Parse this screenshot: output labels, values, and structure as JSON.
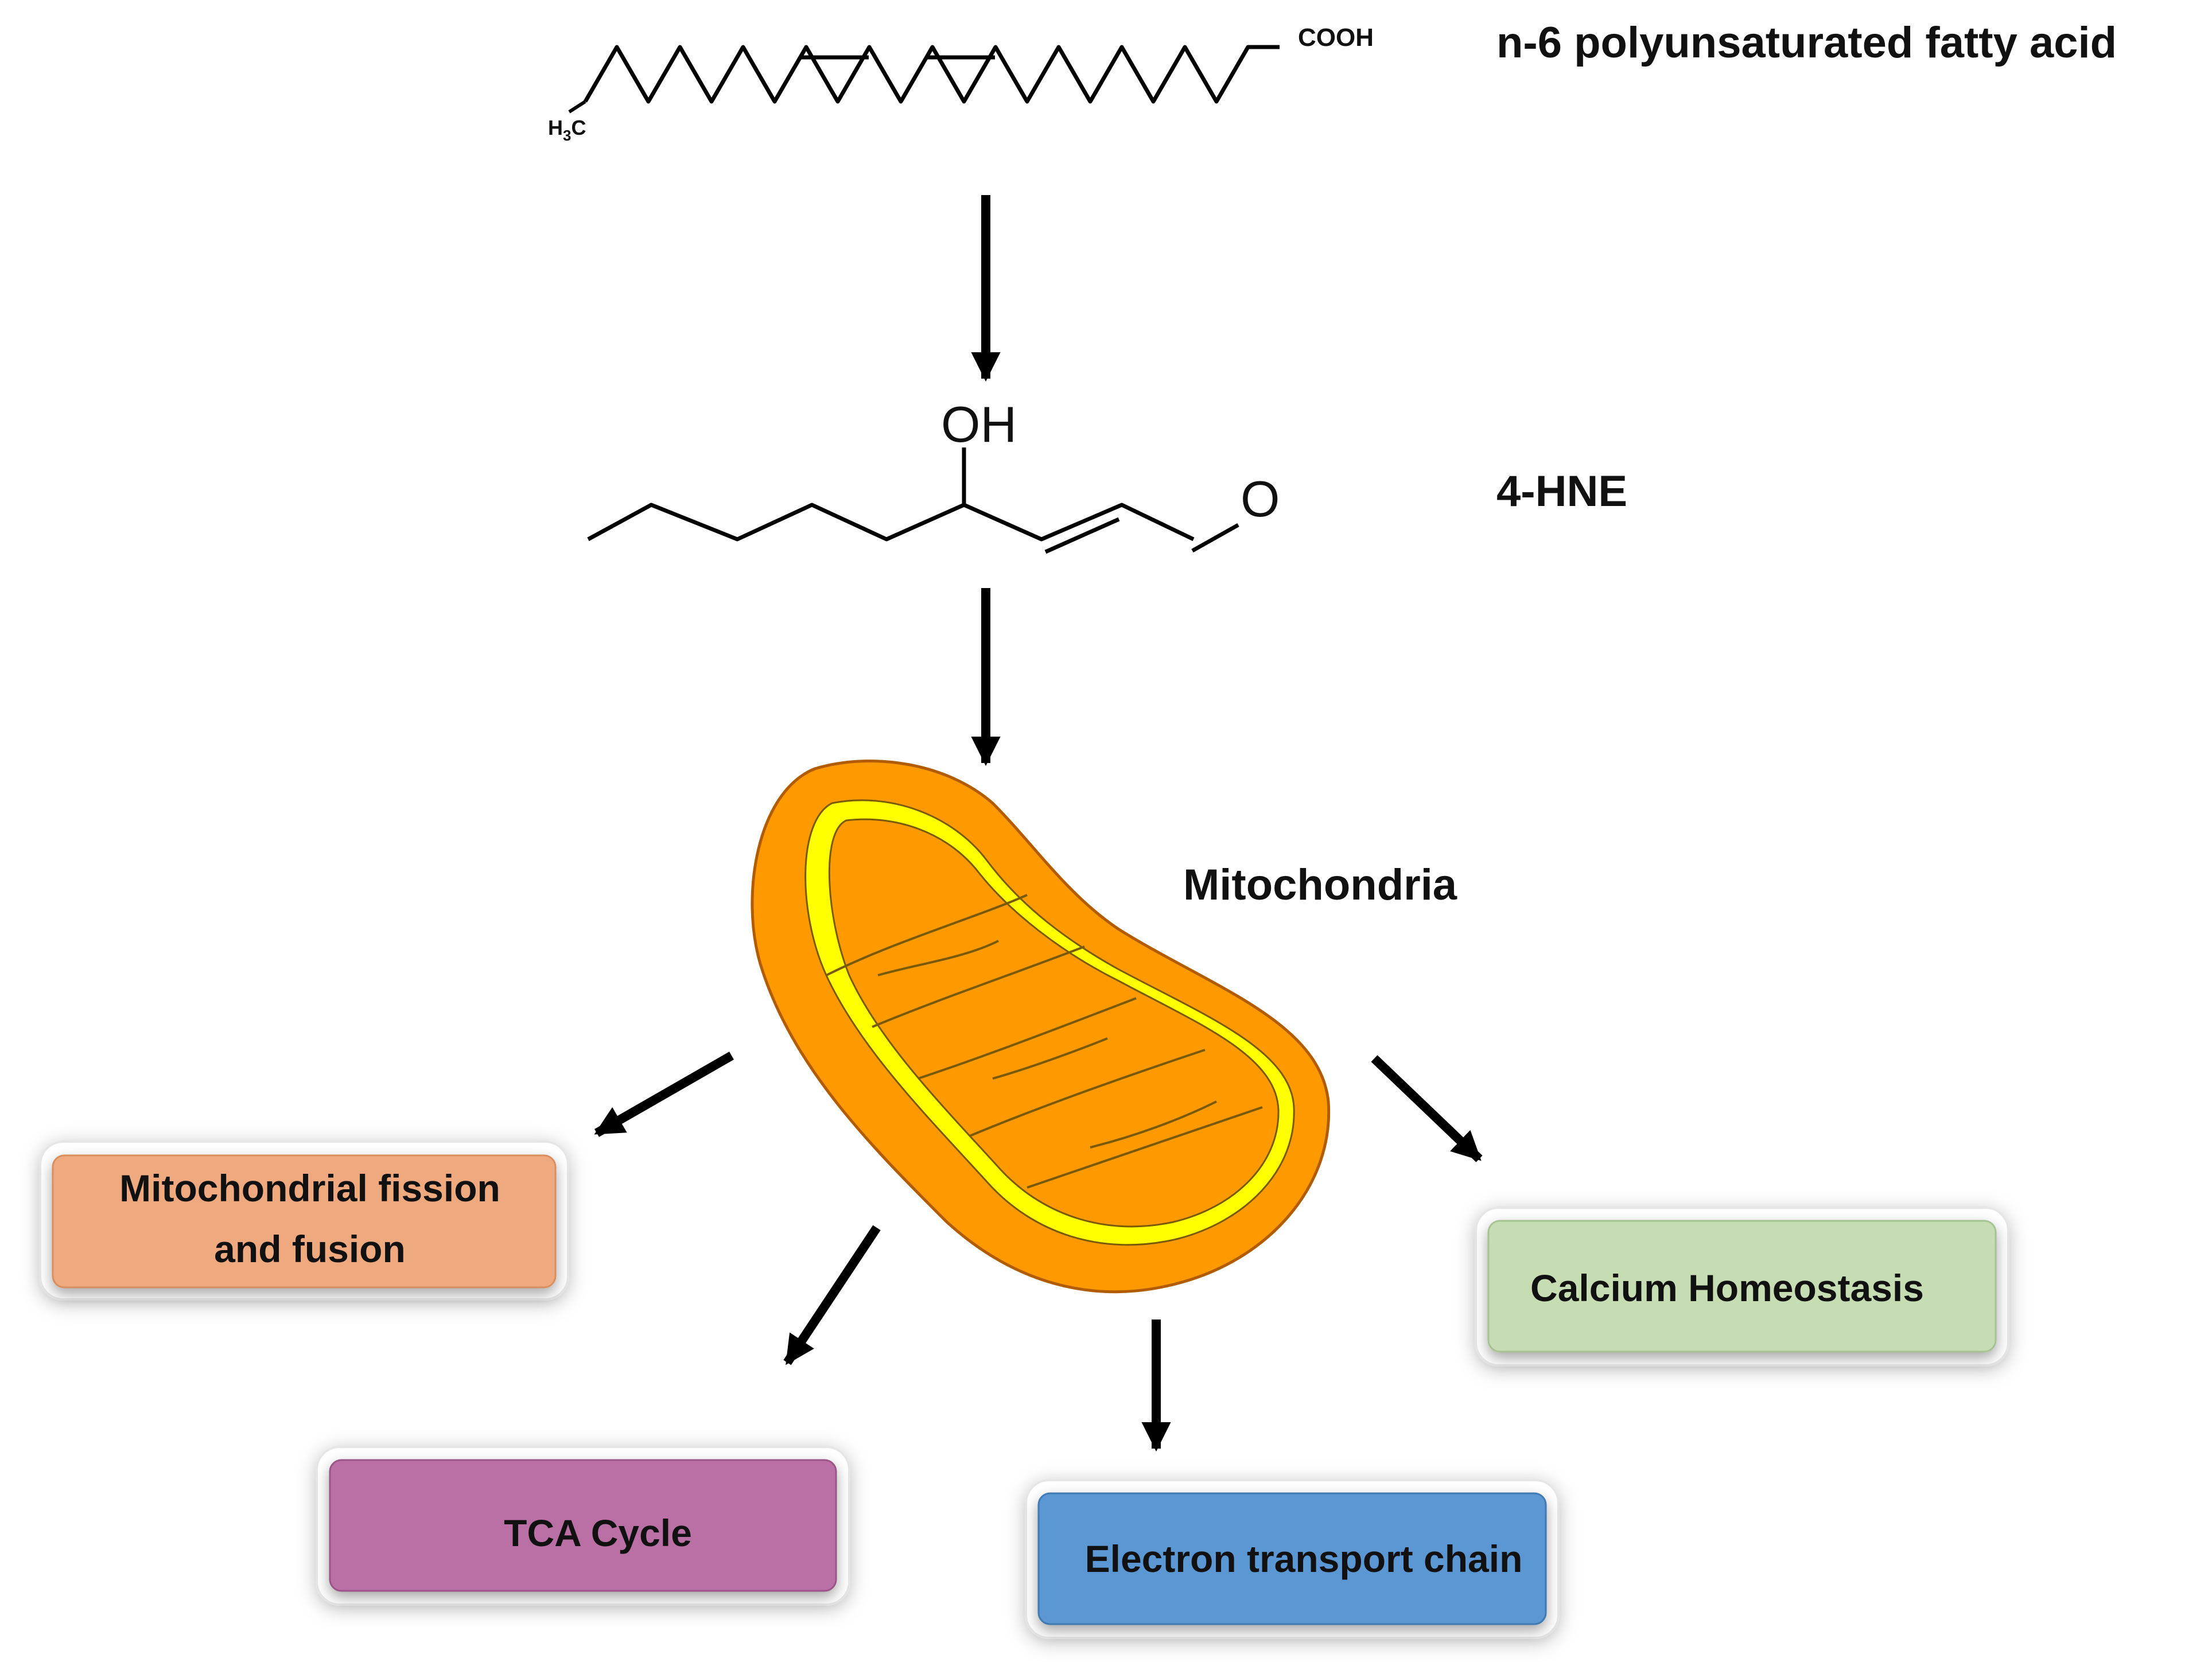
{
  "molecules": {
    "pufa": {
      "label": "n-6 polyunsaturated fatty acid",
      "cooh": "COOH",
      "methyl_h": "H",
      "methyl_sub": "3",
      "methyl_c": "C"
    },
    "hne": {
      "label": "4-HNE",
      "oh": "OH",
      "oxygen": "O"
    }
  },
  "organelle": {
    "label": "Mitochondria"
  },
  "effects": [
    {
      "lines": [
        "Mitochondrial  fission",
        "and fusion"
      ],
      "color": "#EFA97F"
    },
    {
      "lines": [
        "TCA Cycle"
      ],
      "color": "#BA6FA4"
    },
    {
      "lines": [
        "Electron transport  chain"
      ],
      "color": "#5A97D3"
    },
    {
      "lines": [
        "Calcium Homeostasis"
      ],
      "color": "#C6DDB4"
    }
  ],
  "colors": {
    "mito_outer": "#FF9900",
    "mito_inner_membrane": "#FFFF00",
    "arrow": "#000000"
  }
}
